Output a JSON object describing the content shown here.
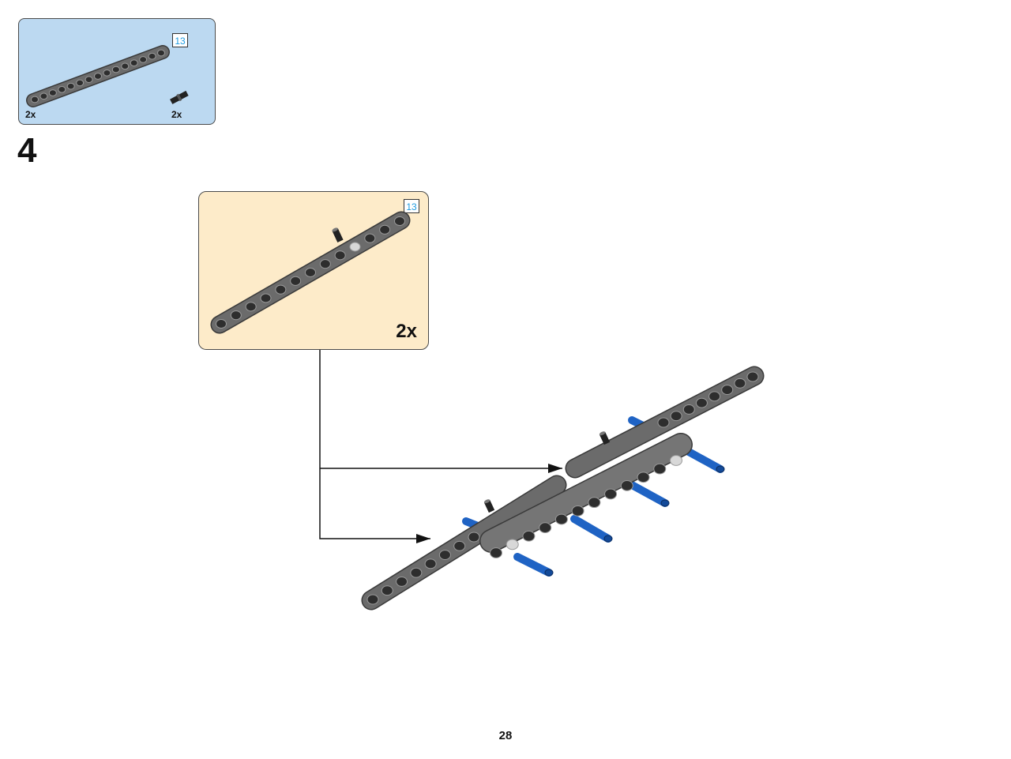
{
  "parts_list": {
    "items": [
      {
        "name": "gray-beam-15",
        "quantity": "2x",
        "length_badge": "13"
      },
      {
        "name": "black-pin-connector",
        "quantity": "2x"
      }
    ]
  },
  "step": {
    "number": "4"
  },
  "subassembly": {
    "quantity": "2x",
    "length_badge": "13"
  },
  "page": {
    "number": "28"
  },
  "colors": {
    "parts_bg": "#bcd9f1",
    "sub_bg": "#fdebc9",
    "beam": "#6b6b6b",
    "pin_blue": "#1f63c4",
    "badge_text": "#1e9be0"
  }
}
